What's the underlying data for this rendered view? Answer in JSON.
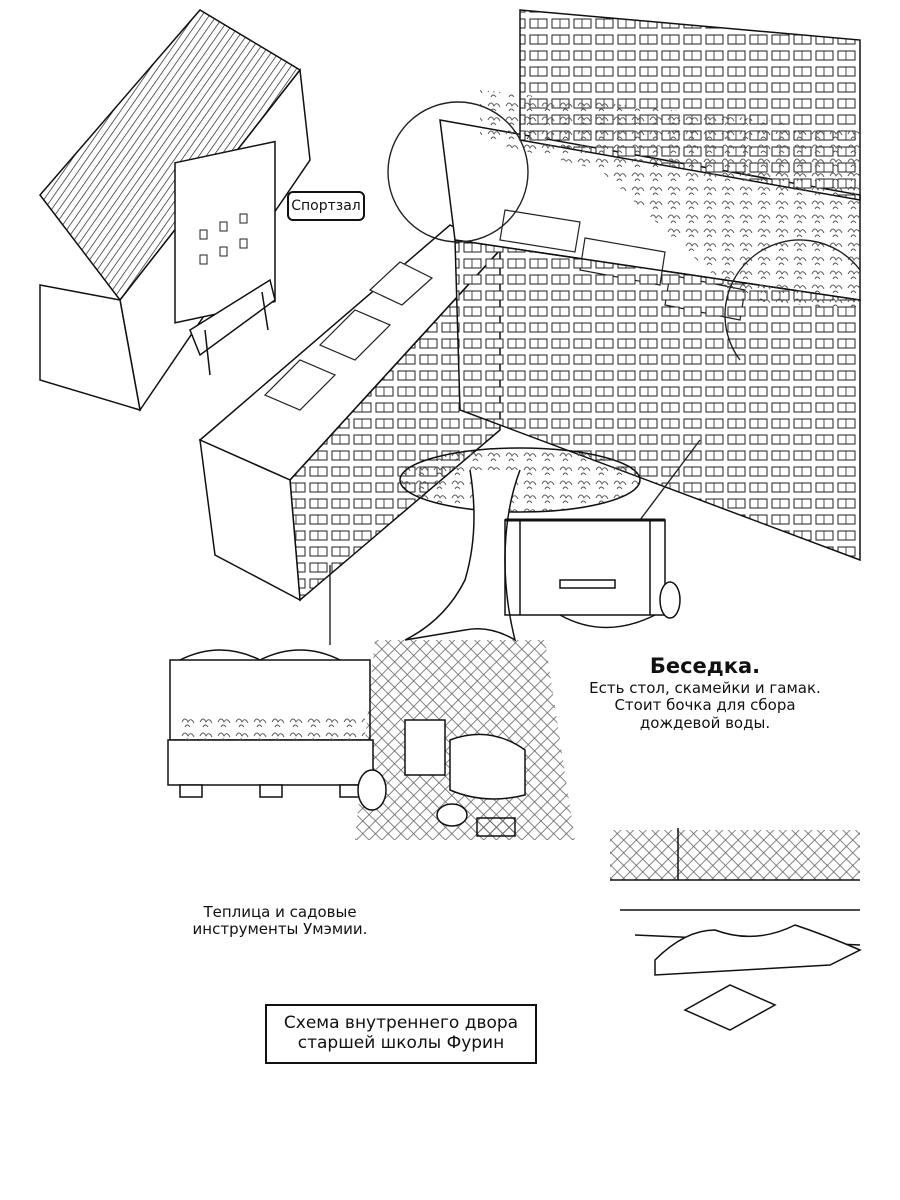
{
  "labels": {
    "gym": "Спортзал",
    "gazebo_title": "Беседка.",
    "gazebo_desc": "Есть стол, скамейки и гамак.\nСтоит бочка для сбора\nдождевой воды.",
    "greenhouse": "Теплица и садовые\nинструменты Умэмии.",
    "scheme_title": "Схема внутреннего двора\nстаршей школы Фурин"
  },
  "colors": {
    "ink": "#111111",
    "paper": "#ffffff",
    "foliage": "#555555"
  }
}
